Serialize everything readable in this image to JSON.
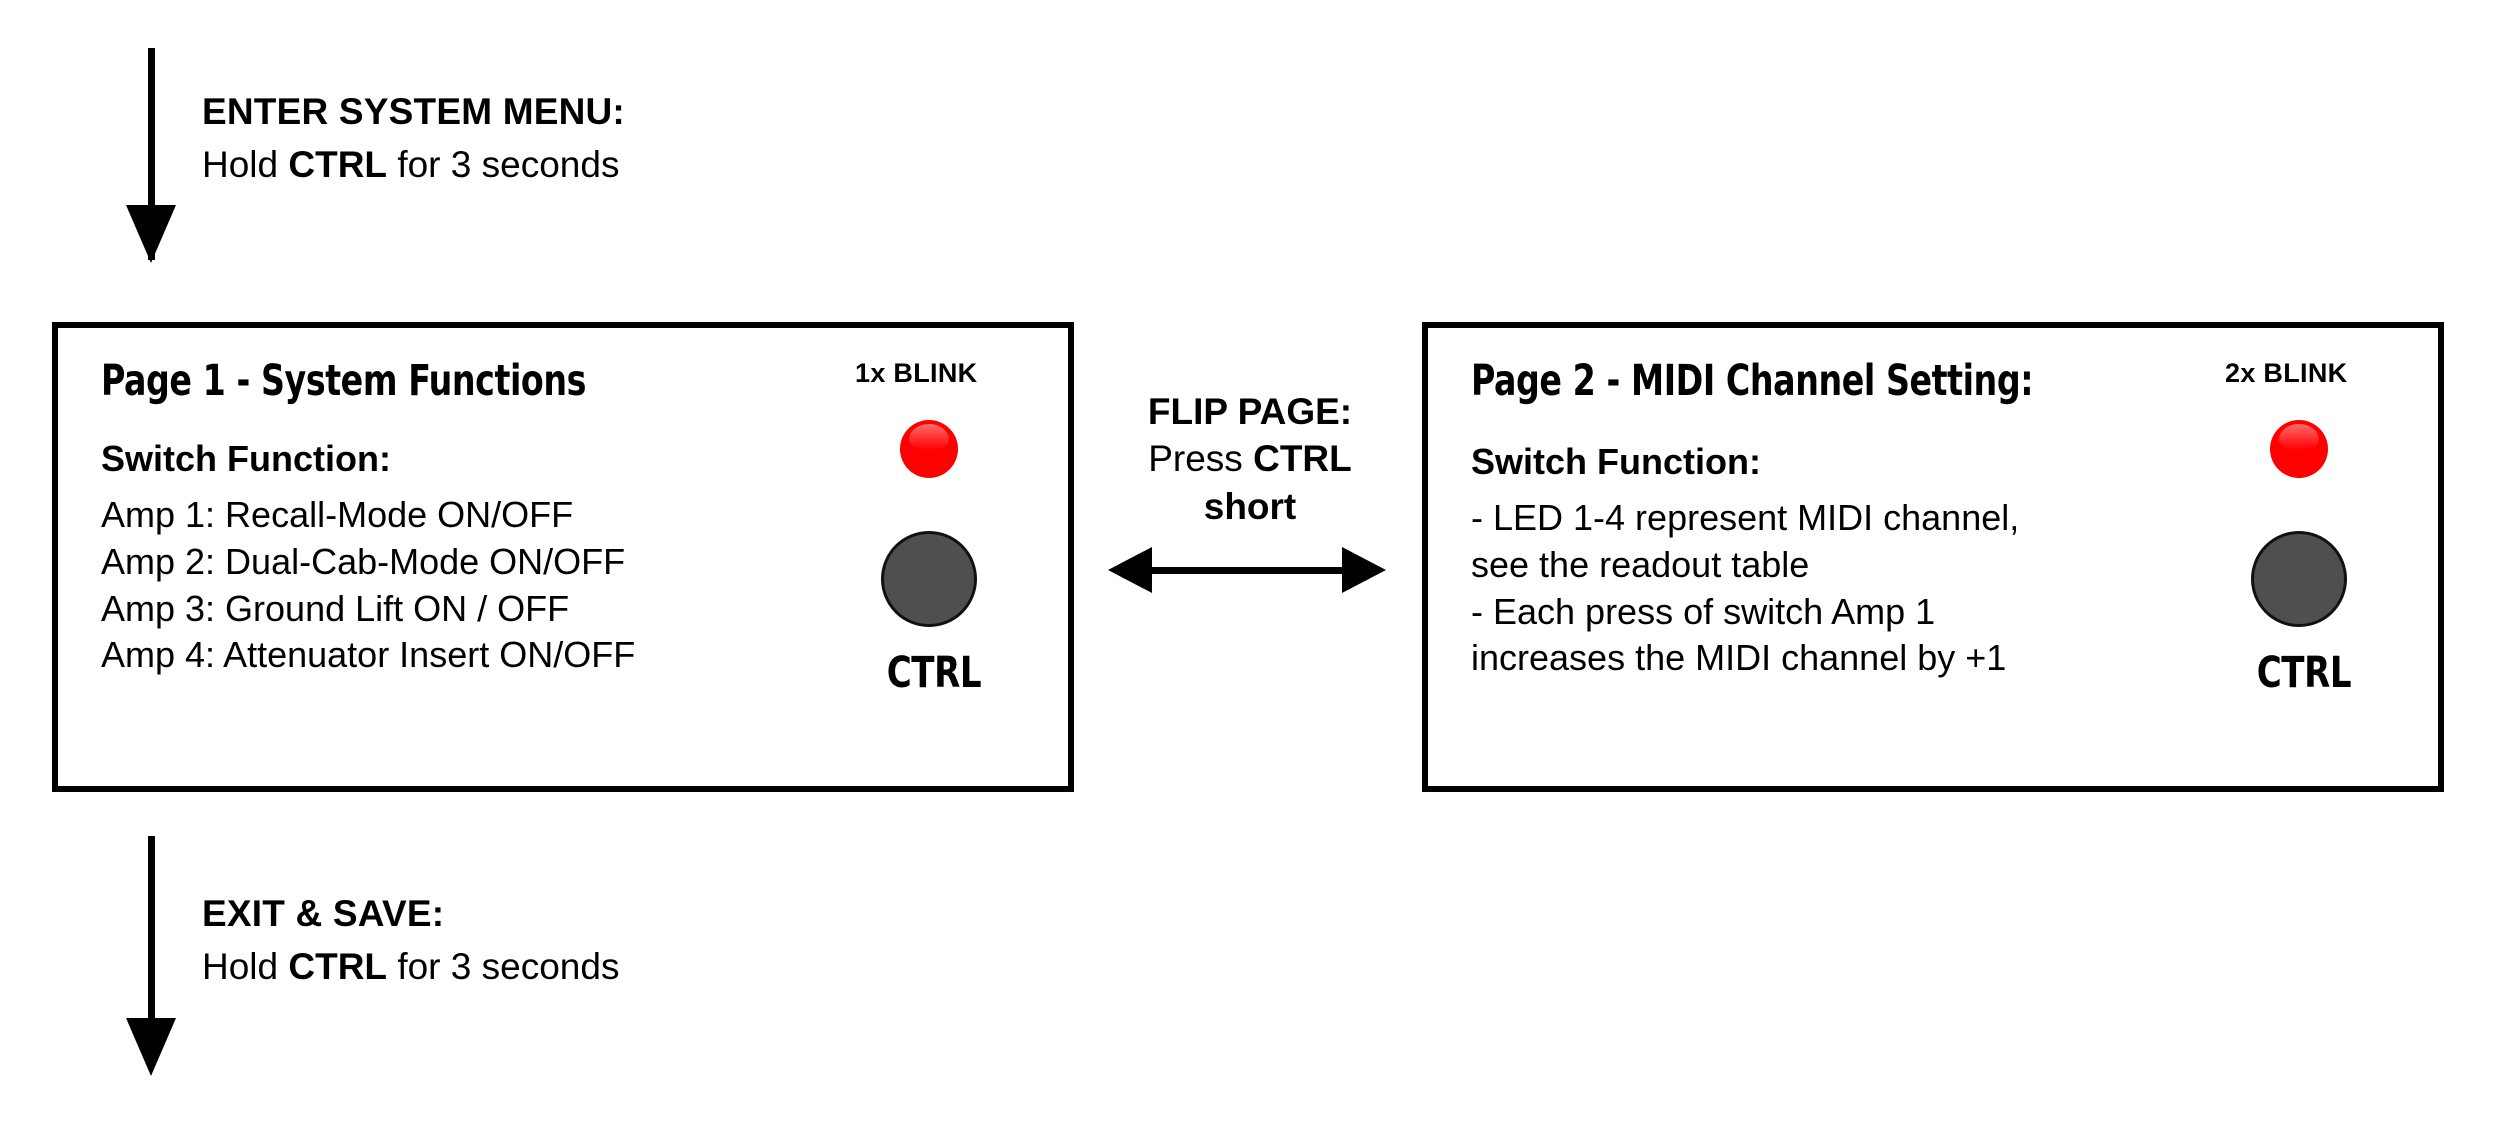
{
  "diagram": {
    "enter_note": {
      "title": "ENTER SYSTEM MENU:",
      "sub_prefix": "Hold ",
      "sub_key": "CTRL",
      "sub_suffix": " for 3 seconds"
    },
    "exit_note": {
      "title": "EXIT & SAVE:",
      "sub_prefix": "Hold ",
      "sub_key": "CTRL",
      "sub_suffix": " for 3 seconds"
    },
    "flip": {
      "line1": "FLIP PAGE:",
      "line2_prefix": "Press ",
      "line2_key": "CTRL",
      "line3": "short"
    },
    "page1": {
      "title": "Page 1 - System Functions",
      "subtitle": "Switch Function:",
      "lines": [
        "Amp 1: Recall-Mode ON/OFF",
        "Amp 2: Dual-Cab-Mode ON/OFF",
        "Amp 3: Ground Lift ON / OFF",
        "Amp 4: Attenuator Insert ON/OFF"
      ],
      "blink_label": "1x BLINK",
      "ctrl_label": "CTRL"
    },
    "page2": {
      "title": "Page 2 - MIDI Channel Setting:",
      "subtitle": "Switch Function:",
      "lines": [
        "- LED 1-4 represent MIDI channel,",
        "see the readout table",
        "- Each press of switch Amp 1",
        "increases the MIDI channel by +1"
      ],
      "blink_label": "2x BLINK",
      "ctrl_label": "CTRL"
    },
    "colors": {
      "led_on": "#FF0000",
      "knob": "#4F4F4F",
      "outline": "#000000",
      "background": "#FFFFFF"
    }
  }
}
